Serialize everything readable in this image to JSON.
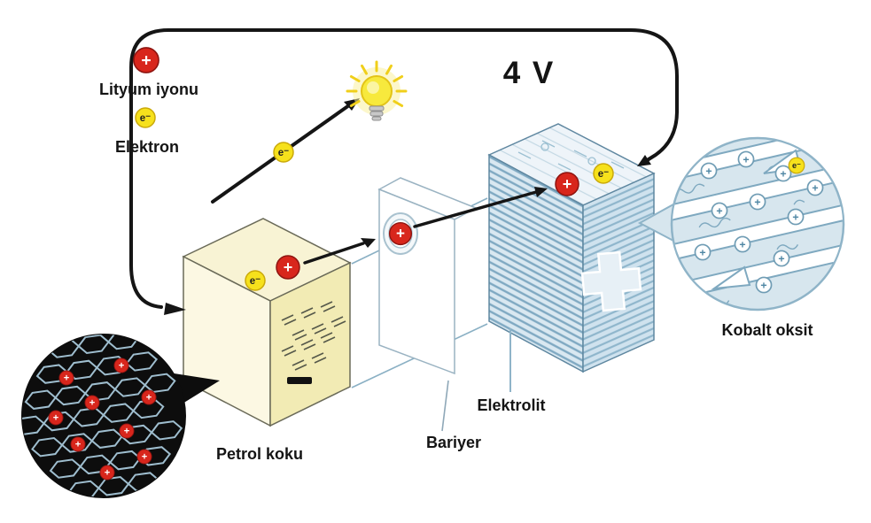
{
  "diagram": {
    "voltage": "4 V",
    "legend": {
      "lithium_ion": {
        "label": "Lityum iyonu",
        "symbol": "+"
      },
      "electron": {
        "label": "Elektron",
        "symbol": "e⁻"
      }
    },
    "components": {
      "anode_label": "Petrol koku",
      "barrier_label": "Bariyer",
      "electrolyte_label": "Elektrolit",
      "cathode_label": "Kobalt oksit"
    },
    "colors": {
      "lithium_ion": "#d8261c",
      "electron": "#f6e11c",
      "anode_fill": "#f2ebb4",
      "cathode_stripe": "#7fa9c2",
      "wire": "#151515"
    }
  }
}
